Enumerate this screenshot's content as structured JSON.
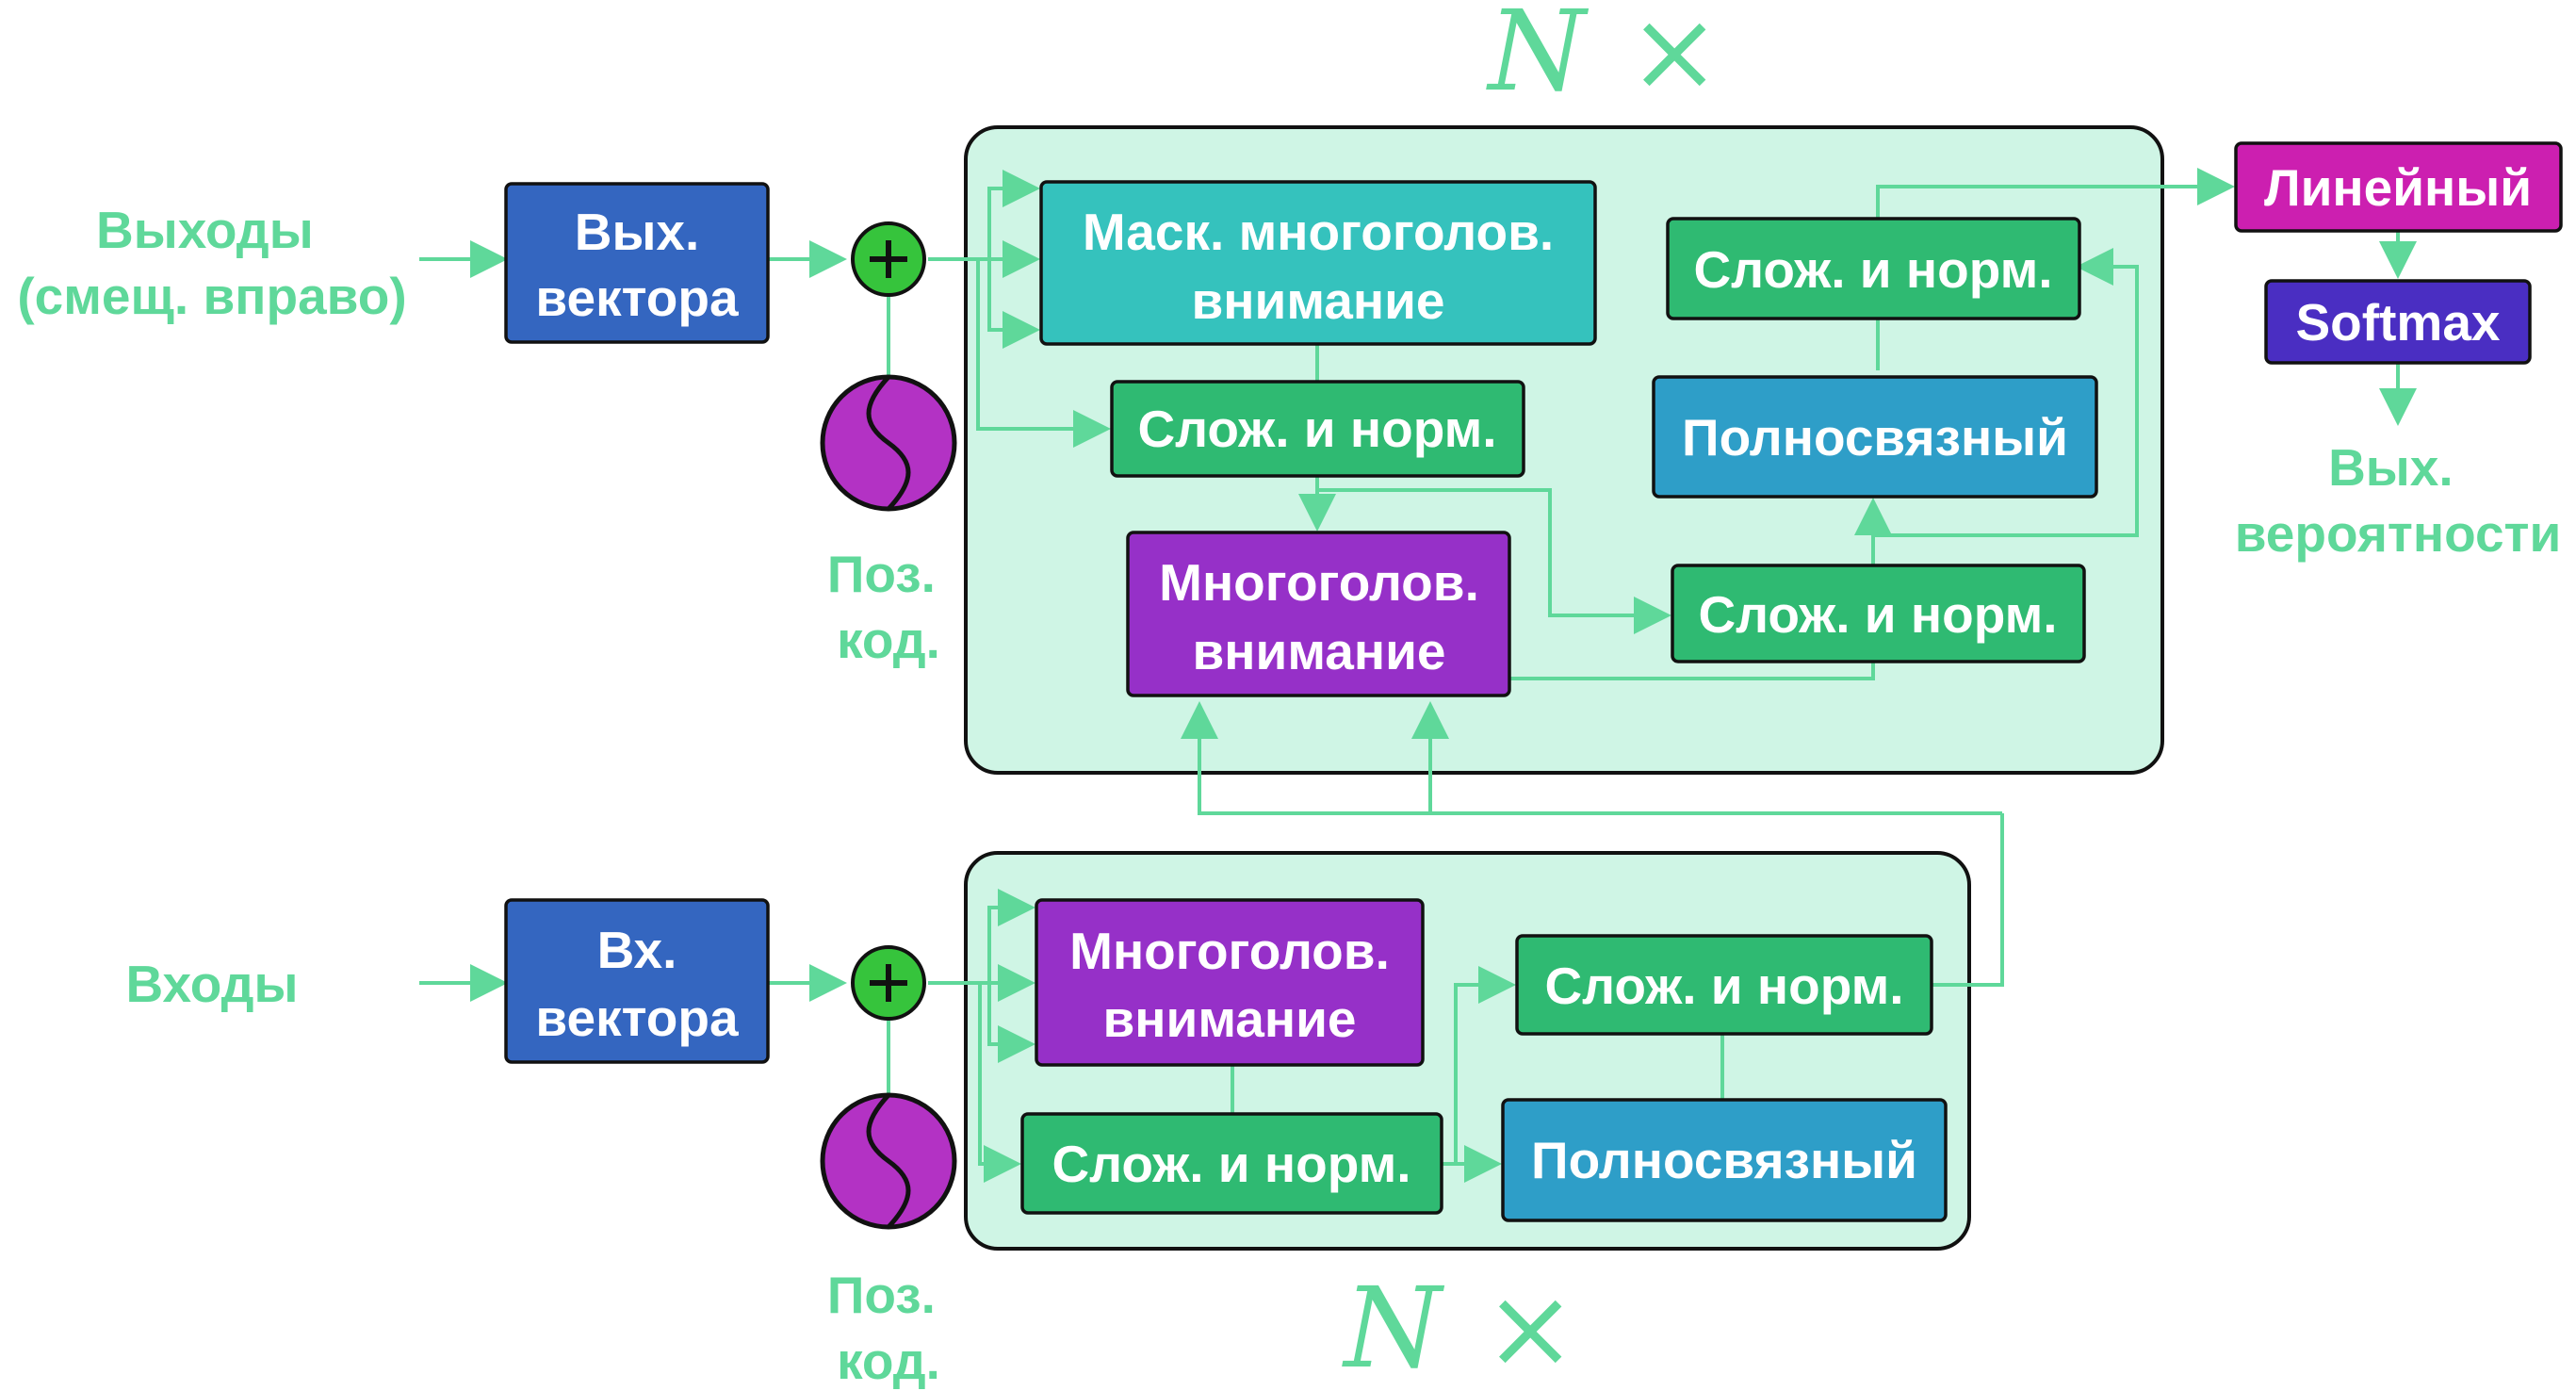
{
  "colors": {
    "wire": "#5fd89a",
    "frame": "#cff5e5",
    "embedding": "#3466c0",
    "masked_attention": "#35c2bd",
    "add_norm": "#2fba72",
    "attention": "#9630c8",
    "feed_forward": "#2e9ec8",
    "linear": "#cc1fb0",
    "softmax": "#4a2ec2",
    "pos_encoding": "#b332c4",
    "plus": "#36c43c"
  },
  "decoder": {
    "repeat": [
      "N",
      "×"
    ],
    "input_label": [
      "Выходы",
      "(смещ. вправо)"
    ],
    "embedding": [
      "Вых.",
      "вектора"
    ],
    "pos_label": [
      "Поз.",
      "код."
    ],
    "masked_attention": [
      "Маск. многоголов.",
      "внимание"
    ],
    "add_norm_1": "Слож. и норм.",
    "cross_attention": [
      "Многоголов.",
      "внимание"
    ],
    "add_norm_2": "Слож. и норм.",
    "feed_forward": "Полносвязный",
    "add_norm_3": "Слож. и норм."
  },
  "head": {
    "linear": "Линейный",
    "softmax": "Softmax",
    "output_label": [
      "Вых.",
      "вероятности"
    ]
  },
  "encoder": {
    "repeat": [
      "N",
      "×"
    ],
    "input_label": "Входы",
    "embedding": [
      "Вх.",
      "вектора"
    ],
    "pos_label": [
      "Поз.",
      "код."
    ],
    "attention": [
      "Многоголов.",
      "внимание"
    ],
    "add_norm_1": "Слож. и норм.",
    "feed_forward": "Полносвязный",
    "add_norm_2": "Слож. и норм."
  }
}
